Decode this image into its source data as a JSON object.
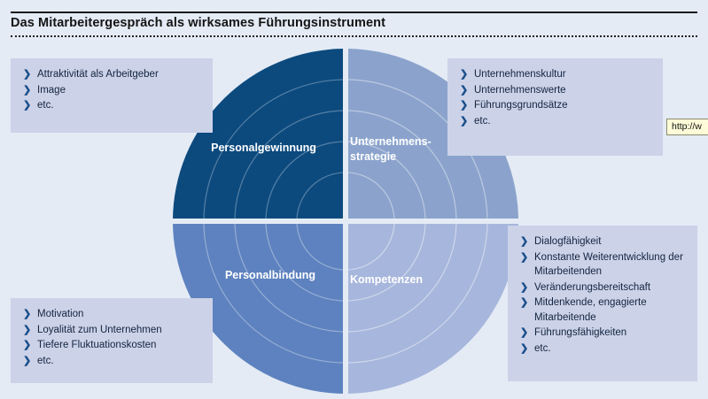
{
  "header": {
    "title": "Das Mitarbeitergespräch als wirksames Führungsinstrument"
  },
  "diagram": {
    "quadrants": [
      {
        "id": "top-left",
        "label": "Personalgewinnung",
        "color": "#0c4a7e"
      },
      {
        "id": "top-right",
        "label": "Unternehmens-\nstrategie",
        "color": "#8ba3cc"
      },
      {
        "id": "bottom-left",
        "label": "Personalbindung",
        "color": "#5d82bf"
      },
      {
        "id": "bottom-right",
        "label": "Kompetenzen",
        "color": "#a7b6dc"
      }
    ],
    "ring_color": "#ffffff",
    "divider_color": "#e4ebf5"
  },
  "boxes": {
    "top_left": {
      "items": [
        "Attraktivität als Arbeitgeber",
        "Image",
        "etc."
      ]
    },
    "top_right": {
      "items": [
        "Unternehmenskultur",
        "Unternehmenswerte",
        "Führungsgrundsätze",
        "etc."
      ]
    },
    "bottom_left": {
      "items": [
        "Motivation",
        "Loyalität zum Unternehmen",
        "Tiefere Fluktuationskosten",
        "etc."
      ]
    },
    "bottom_right": {
      "items": [
        "Dialogfähigkeit",
        "Konstante Weiterentwicklung der Mitarbeitenden",
        "Veränderungsbereitschaft",
        "Mitdenkende, engagierte Mitarbeitende",
        "Führungsfähigkeiten",
        "etc."
      ]
    },
    "bullet_glyph": "❯"
  },
  "tooltip": {
    "text": "http://w"
  },
  "colors": {
    "page_background": "#e4ebf5",
    "box_background": "#ccd2e8",
    "text": "#12243f",
    "bullet": "#1b4f8a",
    "rule": "#1a1a1a"
  }
}
